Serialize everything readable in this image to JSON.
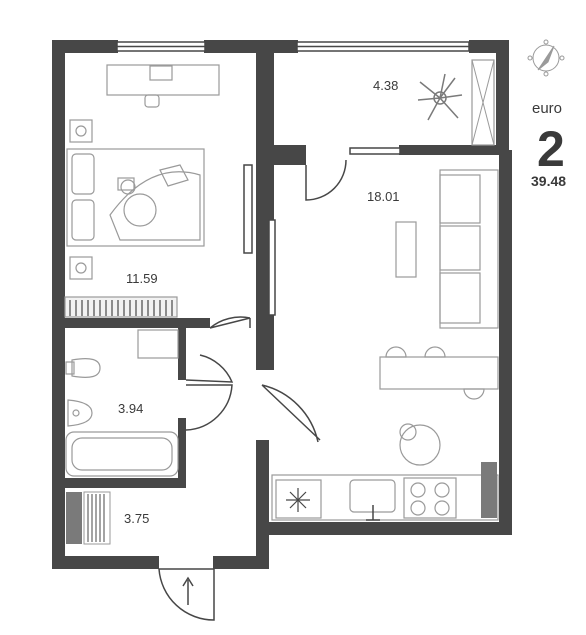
{
  "plan": {
    "type_label": "euro",
    "rooms_count": "2",
    "total_area": "39.48",
    "rooms": {
      "bedroom_area": "11.59",
      "balcony_area": "4.38",
      "living_kitchen_area": "18.01",
      "bathroom_area": "3.94",
      "hall_area": "3.75"
    }
  },
  "colors": {
    "wall": "#474747",
    "furniture_line": "#9a9a9a",
    "fill_light": "#f2f2f2",
    "stripe_red": "#c0392b",
    "accent_gray": "#7a7a7a"
  },
  "icons": {
    "compass": "compass-icon",
    "entrance": "entrance-arrow-icon",
    "plant": "plant-icon"
  }
}
